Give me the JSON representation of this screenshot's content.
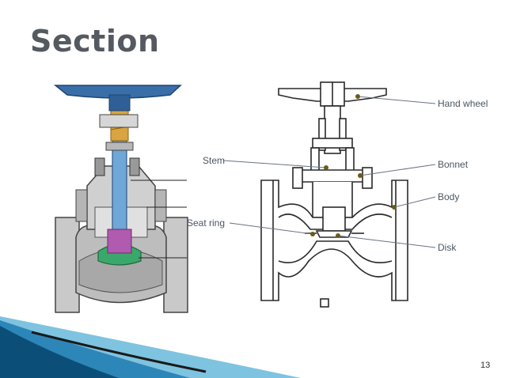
{
  "slide": {
    "title": "Section",
    "page_number": "13"
  },
  "diagram": {
    "labels": {
      "hand_wheel": "Hand wheel",
      "stem": "Stem",
      "bonnet": "Bonnet",
      "body": "Body",
      "seat_ring": "Seat ring",
      "disk": "Disk"
    }
  },
  "colors": {
    "title": "#555a60",
    "handwheel_blue": "#3a6ea8",
    "stem_blue": "#6fa7d6",
    "bonnet_gray": "#c8c8c8",
    "disk_green": "#3aa86a",
    "disk_magenta": "#b05ab0",
    "spring_orange": "#d9a441",
    "leader_dot": "#6b5a1c",
    "footer_dark": "#0b4f78",
    "footer_light": "#7ec3e0"
  }
}
